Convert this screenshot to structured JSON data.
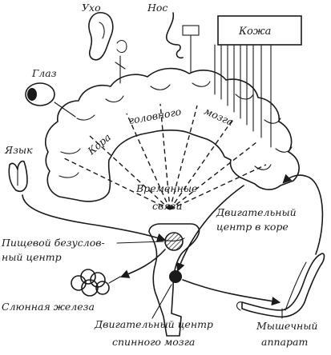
{
  "labels": {
    "ear": "Ухо",
    "nose": "Нос",
    "skin": "Кожа",
    "eye": "Глаз",
    "tongue": "Язык",
    "cortex_1": "Кора",
    "cortex_2": "головного",
    "cortex_3": "мозга",
    "temporal_1": "Временные",
    "temporal_2": "связи",
    "motor_cortex_1": "Двигательный",
    "motor_cortex_2": "центр в коре",
    "food_center_1": "Пищевой безуслов-",
    "food_center_2": "ный центр",
    "saliva": "Слюнная железа",
    "spinal_1": "Двигательный центр",
    "spinal_2": "спинного мозга",
    "muscle_1": "Мышечный",
    "muscle_2": "аппарат"
  },
  "colors": {
    "ink": "#1a1a1a",
    "background": "#ffffff"
  },
  "icons": [
    "ear-icon",
    "nose-icon",
    "eye-icon",
    "tongue-icon",
    "salivary-gland-icon",
    "muscle-arm-icon"
  ]
}
